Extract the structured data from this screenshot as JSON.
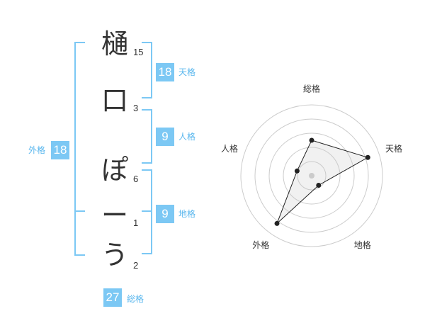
{
  "name": {
    "chars": [
      "樋",
      "口",
      "ぽ",
      "ー",
      "う"
    ],
    "strokes": [
      "15",
      "3",
      "6",
      "1",
      "2"
    ]
  },
  "fortune": {
    "tenkaku": {
      "value": "18",
      "label": "天格"
    },
    "jinkaku": {
      "value": "9",
      "label": "人格"
    },
    "chikaku": {
      "value": "9",
      "label": "地格"
    },
    "gaikaku": {
      "value": "18",
      "label": "外格"
    },
    "soukaku": {
      "value": "27",
      "label": "総格"
    }
  },
  "colors": {
    "accent": "#7cc8f4",
    "accent_text": "#5ab7ee",
    "text": "#333333",
    "grid": "#cccccc"
  },
  "chart_data": {
    "type": "radar",
    "axes": [
      "総格",
      "天格",
      "地格",
      "外格",
      "人格"
    ],
    "levels": 5,
    "values": [
      3,
      5,
      1,
      5,
      1.3
    ],
    "max": 6
  }
}
